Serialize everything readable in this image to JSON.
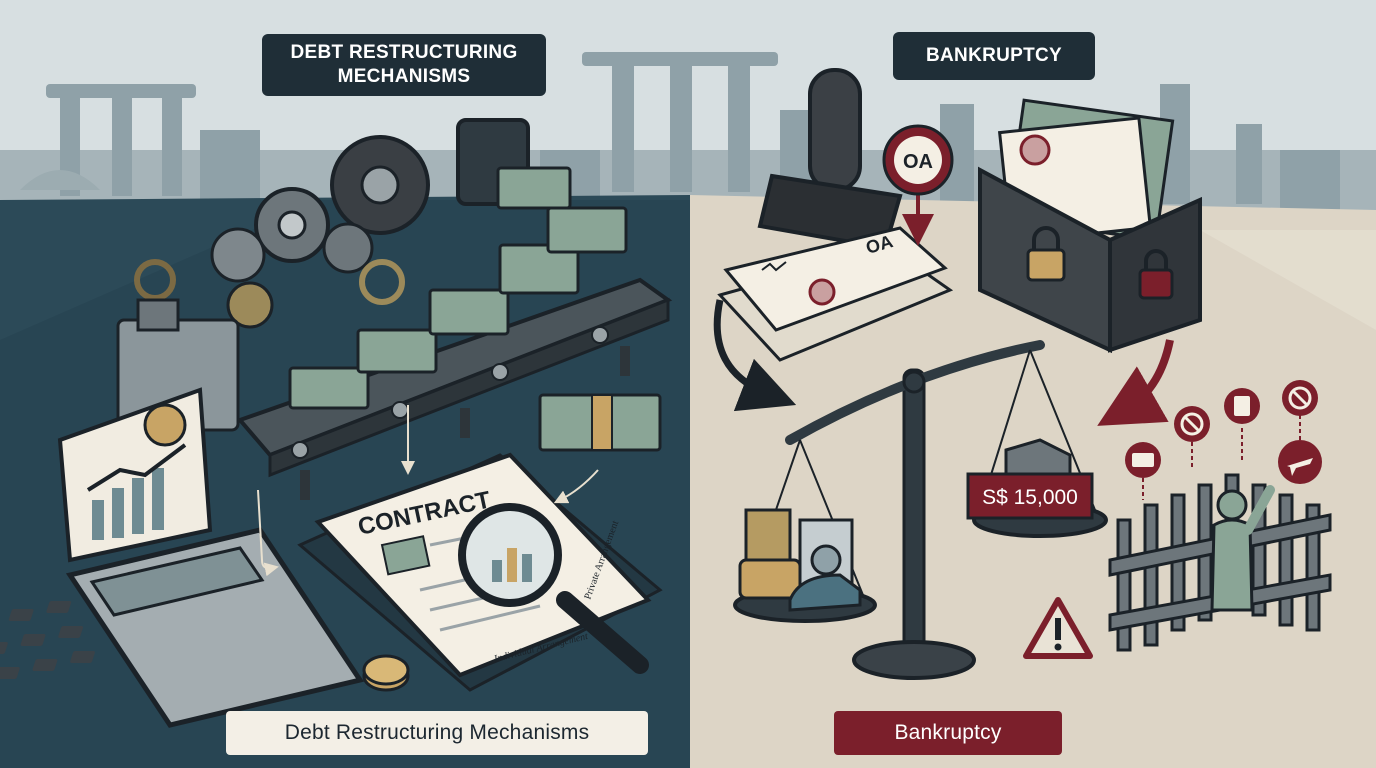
{
  "labels": {
    "top_left": "DEBT RESTRUCTURING\nMECHANISMS",
    "top_right": "BANKRUPTCY",
    "bottom_left": "Debt Restructuring Mechanisms",
    "bottom_right": "Bankruptcy"
  },
  "illustration": {
    "contract_title": "CONTRACT",
    "contract_note": "Private\nArrangement",
    "contract_signature": "Individual\nArrangement",
    "oa_badge": "OA",
    "oa_stamp": "OA",
    "amount": "S$ 15,000"
  },
  "icons": [
    "gear-icon",
    "calculator-icon",
    "magnifier-icon",
    "money-stack-icon",
    "coin-icon",
    "chart-icon",
    "stamp-icon",
    "folder-icon",
    "padlock-icon",
    "scale-icon",
    "warning-icon",
    "credit-card-icon",
    "plane-icon",
    "no-entry-icon",
    "checklist-icon",
    "fence-icon"
  ],
  "colors": {
    "navy": "#1f2e37",
    "maroon": "#7b1f2b",
    "teal": "#2c4a58",
    "sand": "#ddd5c6",
    "paper": "#f4efe4",
    "money": "#8aa596"
  }
}
